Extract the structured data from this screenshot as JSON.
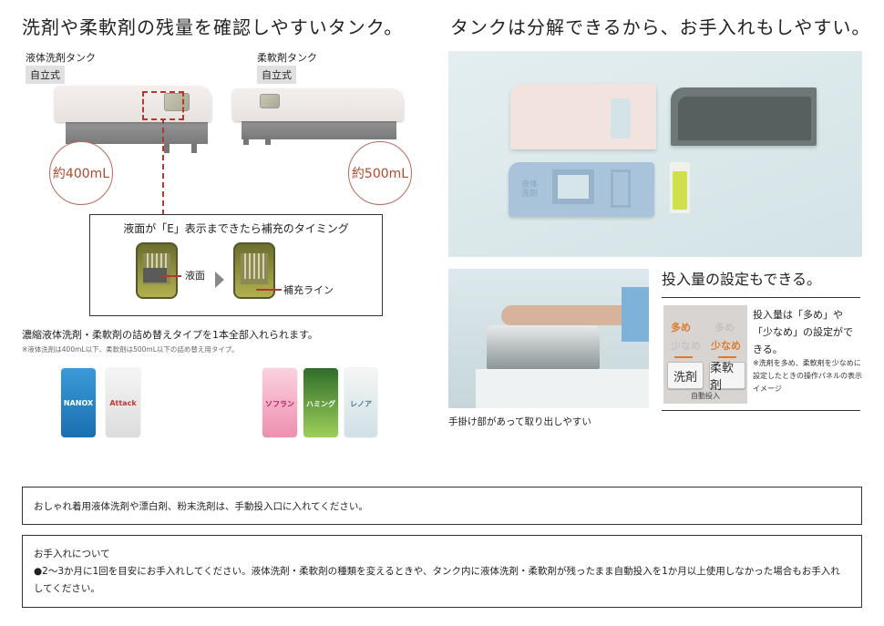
{
  "left": {
    "title": "洗剤や柔軟剤の残量を確認しやすいタンク。",
    "detergent_tank": {
      "label": "液体洗剤タンク",
      "badge": "自立式",
      "capacity": "約400mL"
    },
    "softener_tank": {
      "label": "柔軟剤タンク",
      "badge": "自立式",
      "capacity": "約500mL"
    },
    "timing_box": {
      "title": "液面が「E」表示まできたら補充のタイミング",
      "label_level": "液面",
      "label_refill": "補充ライン"
    },
    "refill_text": "濃縮液体洗剤・柔軟剤の詰め替えタイプを1本全部入れられます。",
    "refill_note": "※液体洗剤は400mL以下、柔軟剤は500mL以下の詰め替え用タイプ。",
    "products": [
      {
        "name": "NANOX",
        "color": "#2a86c8"
      },
      {
        "name": "Attack",
        "color": "#e9e9e9"
      },
      {
        "name": "ソフラン",
        "color": "#f0a7c0"
      },
      {
        "name": "ハミング",
        "color": "#5b9a3a"
      },
      {
        "name": "レノア",
        "color": "#e8eef0"
      }
    ]
  },
  "right": {
    "title": "タンクは分解できるから、お手入れもしやすい。",
    "photo1_alt": "分解したタンクの部品",
    "photo2_caption": "手掛け部があって取り出しやすい",
    "setting": {
      "title": "投入量の設定もできる。",
      "panel": {
        "detergent": {
          "more": "多め",
          "less": "少なめ",
          "button": "洗剤",
          "active": "more"
        },
        "softener": {
          "more": "多め",
          "less": "少なめ",
          "button": "柔軟剤",
          "active": "less"
        },
        "footer": "自動投入"
      },
      "description": "投入量は「多め」や「少なめ」の設定ができる。",
      "note": "※洗剤を多め、柔軟剤を少なめに設定したときの操作パネルの表示イメージ"
    }
  },
  "notices": {
    "manual_input": "おしゃれ着用液体洗剤や漂白剤、粉末洗剤は、手動投入口に入れてください。",
    "care_title": "お手入れについて",
    "care_body": "●2～3か月に1回を目安にお手入れしてください。液体洗剤・柔軟剤の種類を変えるときや、タンク内に液体洗剤・柔軟剤が残ったまま自動投入を1か月以上使用しなかった場合もお手入れしてください。"
  },
  "colors": {
    "accent_orange": "#e07a2a",
    "accent_red": "#b03a2e",
    "photo_bg": "#dbe8ea"
  }
}
